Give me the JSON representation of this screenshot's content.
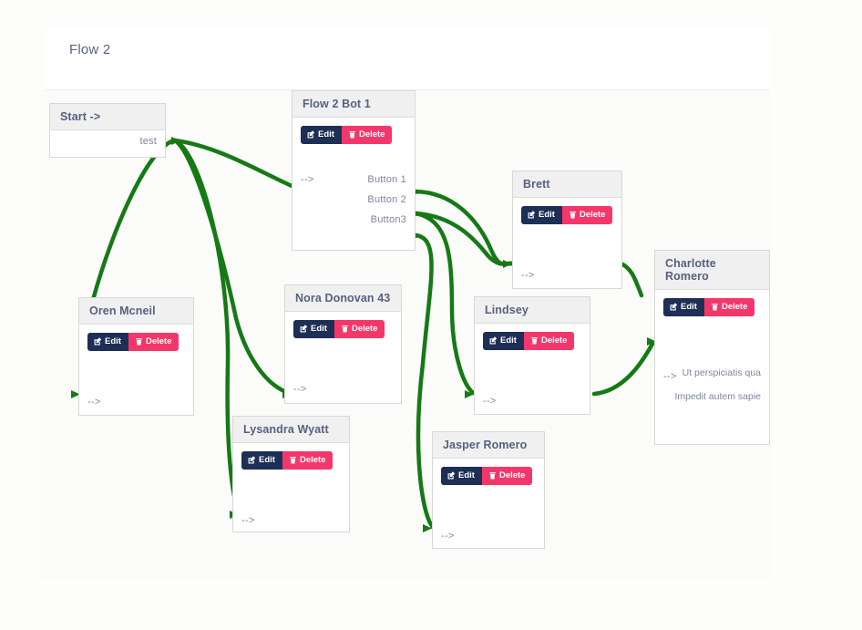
{
  "header": {
    "title": "Flow 2"
  },
  "canvas": {
    "edge_color": "#157A15",
    "accent_edit": "#1e2f55",
    "accent_delete": "#f4376a",
    "node_header_bg": "#f0f0f0",
    "node_border": "#d8d8d8"
  },
  "actions": {
    "edit_label": "Edit",
    "delete_label": "Delete",
    "edit_icon": "pencil-square-icon",
    "delete_icon": "trash-icon"
  },
  "nodes": [
    {
      "id": "start",
      "title": "Start ->",
      "has_actions": false,
      "outputs": [
        "test"
      ],
      "inputs": []
    },
    {
      "id": "flow-2-bot-1",
      "title": "Flow 2 Bot 1",
      "has_actions": true,
      "inputs": [
        "-->"
      ],
      "outputs": [
        "Button 1",
        "Button 2",
        "Button3"
      ]
    },
    {
      "id": "brett",
      "title": "Brett",
      "has_actions": true,
      "inputs": [
        "-->"
      ],
      "outputs": []
    },
    {
      "id": "charlotte-romero",
      "title": "Charlotte Romero",
      "has_actions": true,
      "inputs": [
        "-->"
      ],
      "outputs": [],
      "paragraphs": [
        "Ut perspiciatis qua",
        "Impedit autem sapie"
      ]
    },
    {
      "id": "oren-mcneil",
      "title": "Oren Mcneil",
      "has_actions": true,
      "inputs": [
        "-->"
      ],
      "outputs": []
    },
    {
      "id": "nora-donovan-43",
      "title": "Nora Donovan 43",
      "has_actions": true,
      "inputs": [
        "-->"
      ],
      "outputs": []
    },
    {
      "id": "lindsey",
      "title": "Lindsey",
      "has_actions": true,
      "inputs": [
        "-->"
      ],
      "outputs": []
    },
    {
      "id": "lysandra-wyatt",
      "title": "Lysandra Wyatt",
      "has_actions": true,
      "inputs": [
        "-->"
      ],
      "outputs": []
    },
    {
      "id": "jasper-romero",
      "title": "Jasper Romero",
      "has_actions": true,
      "inputs": [
        "-->"
      ],
      "outputs": []
    }
  ],
  "labels": {
    "start_title": "Start ->",
    "start_out_test": "test",
    "bot_title": "Flow 2 Bot 1",
    "bot_in": "-->",
    "bot_btn1": "Button 1",
    "bot_btn2": "Button 2",
    "bot_btn3": "Button3",
    "brett_title": "Brett",
    "brett_in": "-->",
    "charlotte_title": "Charlotte Romero",
    "charlotte_in": "-->",
    "charlotte_p1": "Ut perspiciatis qua",
    "charlotte_p2": "Impedit autem sapie",
    "oren_title": "Oren Mcneil",
    "oren_in": "-->",
    "nora_title": "Nora Donovan 43",
    "nora_in": "-->",
    "lindsey_title": "Lindsey",
    "lindsey_in": "-->",
    "lysandra_title": "Lysandra Wyatt",
    "lysandra_in": "-->",
    "jasper_title": "Jasper Romero",
    "jasper_in": "-->"
  }
}
